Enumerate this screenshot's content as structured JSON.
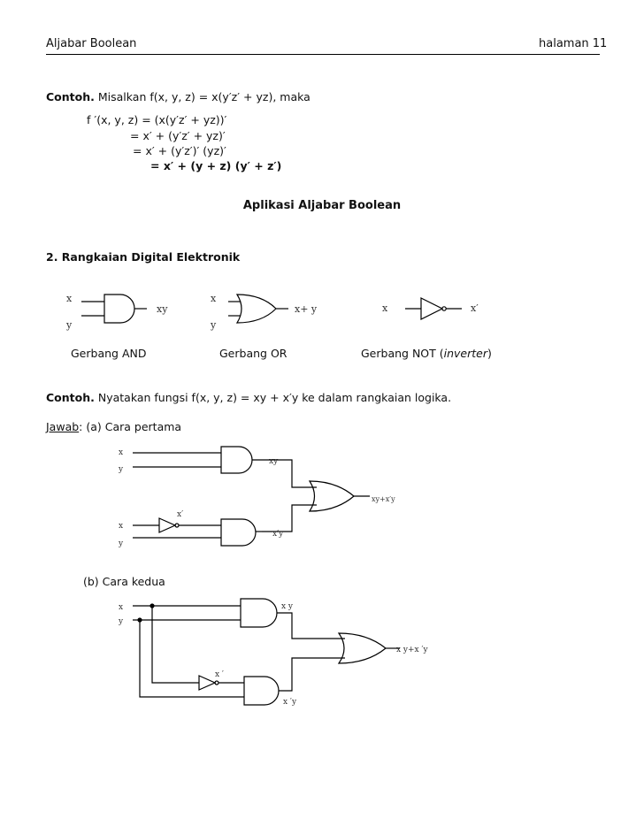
{
  "header": {
    "left": "Aljabar Boolean",
    "right": "halaman 11"
  },
  "example1": {
    "intro_bold": "Contoh.",
    "intro_text": "Misalkan f(x, y, z) = x(y′z′ + yz), maka",
    "lines": [
      "f ′(x, y, z) = (x(y′z′ + yz))′",
      "= x′ + (y′z′ + yz)′",
      "= x′ + (y′z′)′ (yz)′",
      "= x′ + (y + z) (y′ + z′)"
    ]
  },
  "section_title": "Aplikasi Aljabar Boolean",
  "subsection": "2. Rangkaian Digital Elektronik",
  "gates": {
    "and": {
      "in1": "x",
      "in2": "y",
      "out": "xy",
      "caption": "Gerbang AND"
    },
    "or": {
      "in1": "x",
      "in2": "y",
      "out": "x+ y",
      "caption": "Gerbang OR"
    },
    "not": {
      "in": "x",
      "out": "x′",
      "caption_prefix": "Gerbang NOT  (",
      "caption_italic": "inverter",
      "caption_suffix": ")"
    }
  },
  "example2": {
    "intro_bold": "Contoh.",
    "intro_text": "Nyatakan fungsi f(x, y, z) = xy + x′y ke dalam rangkaian logika.",
    "answer_label": "Jawab",
    "answer_rest": ":  (a) Cara pertama"
  },
  "circuit1": {
    "x_top": "x",
    "y_top": "y",
    "and_out": "xy",
    "x_bot": "x",
    "y_bot": "y",
    "not_out": "x′",
    "and2_out": "x′y",
    "or_out": "xy+x′y"
  },
  "circuit2": {
    "label": "(b) Cara kedua",
    "x": "x",
    "y": "y",
    "and_out": "x y",
    "not_out": "x ′",
    "and2_out": "x ′y",
    "or_out": "x y+x ′y"
  }
}
